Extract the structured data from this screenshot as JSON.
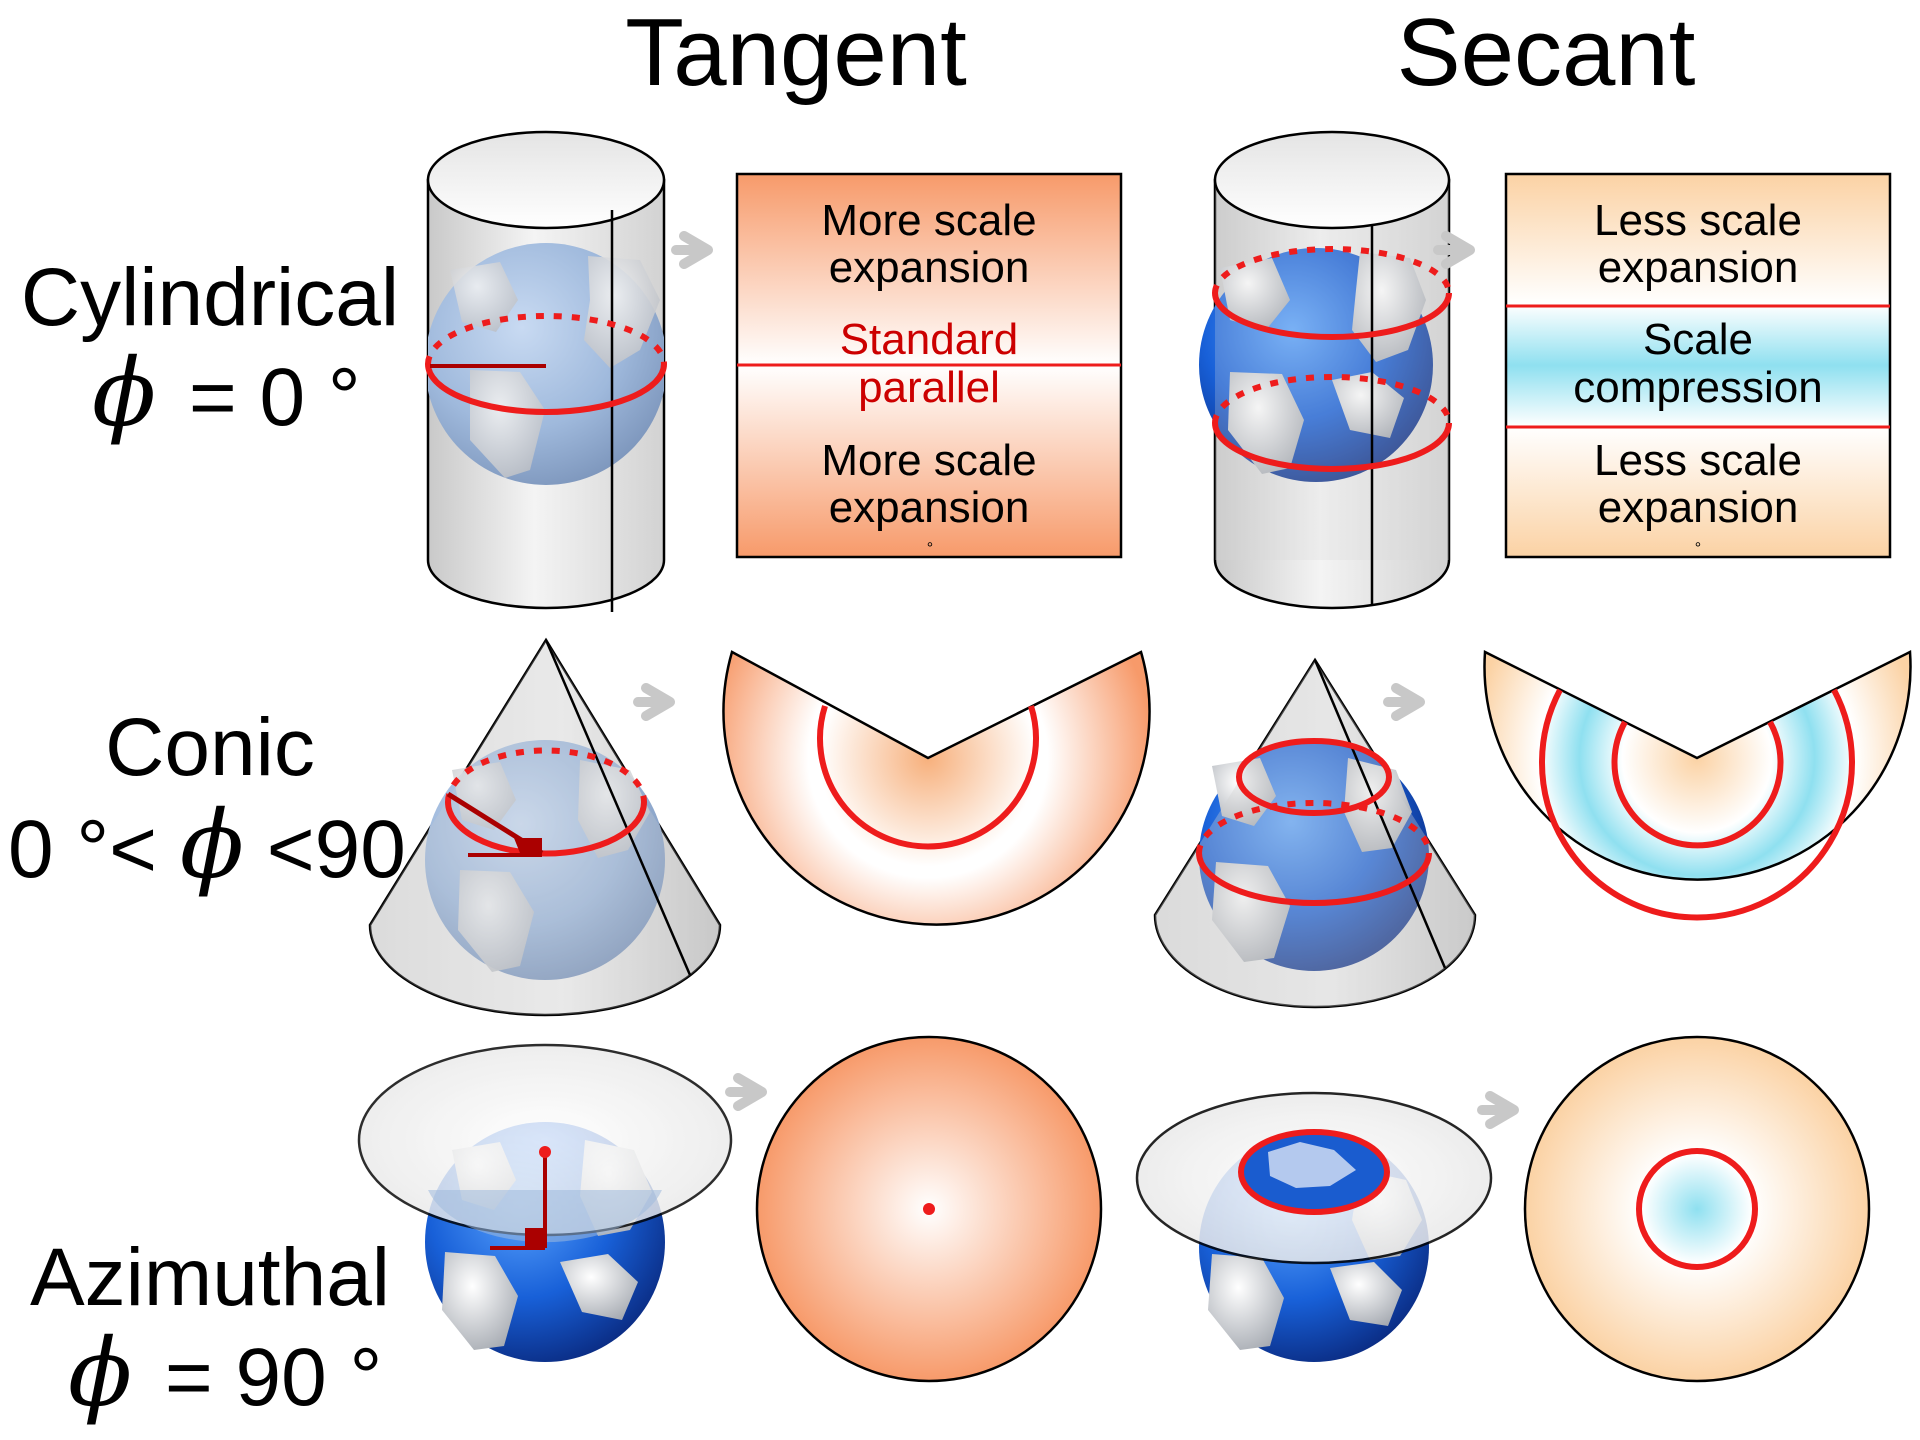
{
  "columns": {
    "tangent": "Tangent",
    "secant": "Secant"
  },
  "rows": {
    "cylindrical": {
      "name": "Cylindrical",
      "formula_rest": "= 0 °"
    },
    "conic": {
      "name": "Conic",
      "formula_pre": "0 °<",
      "formula_post": "<90 °"
    },
    "azimuthal": {
      "name": "Azimuthal",
      "formula_rest": "= 90 °"
    }
  },
  "phi_symbol": "ϕ",
  "tangent_box": {
    "top_1": "More scale",
    "top_2": "expansion",
    "std_1": "Standard",
    "std_2": "parallel",
    "bottom_1": "More scale",
    "bottom_2": "expansion",
    "stray": "°"
  },
  "secant_box": {
    "top_1": "Less scale",
    "top_2": "expansion",
    "mid_1": "Scale",
    "mid_2": "compression",
    "bottom_1": "Less scale",
    "bottom_2": "expansion",
    "stray": "°"
  },
  "colors": {
    "expansion": "#f79a6a",
    "less_expansion": "#fbd2a4",
    "compression": "#8fe0f0",
    "standard_line": "#ee1c1c",
    "globe_ocean": "#1f68d8",
    "surface": "#dcdcdc"
  },
  "icons": {
    "arrow": "right-chevron-arrow-icon",
    "globe": "earth-globe-icon"
  }
}
